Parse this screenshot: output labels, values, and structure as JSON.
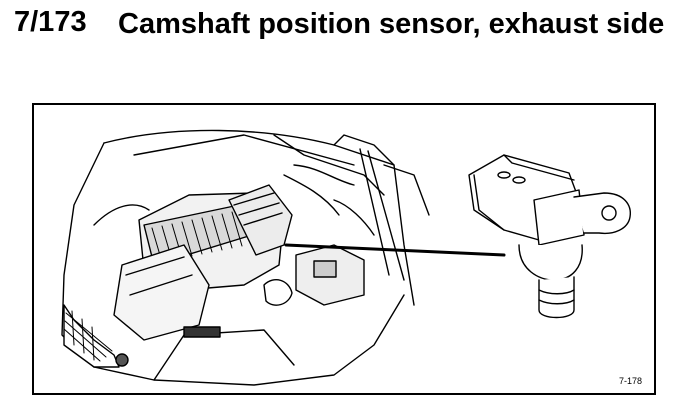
{
  "header": {
    "code": "7/173",
    "title": "Camshaft position sensor, exhaust side"
  },
  "figure": {
    "code": "7-178"
  }
}
